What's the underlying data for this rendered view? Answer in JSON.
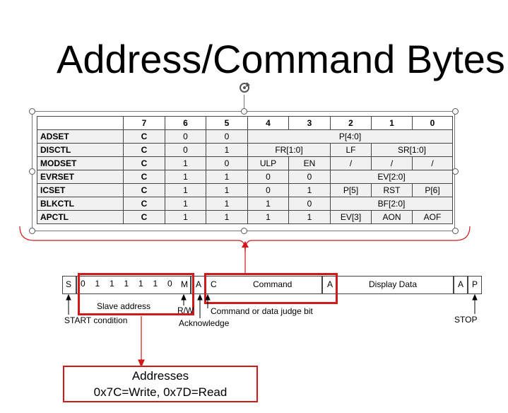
{
  "title": "Address/Command Bytes",
  "table": {
    "bit_headers": [
      "7",
      "6",
      "5",
      "4",
      "3",
      "2",
      "1",
      "0"
    ],
    "rows": [
      {
        "name": "ADSET",
        "cells": [
          [
            "C",
            1
          ],
          [
            "0",
            1
          ],
          [
            "0",
            1
          ],
          [
            "P[4:0]",
            5
          ]
        ]
      },
      {
        "name": "DISCTL",
        "cells": [
          [
            "C",
            1
          ],
          [
            "0",
            1
          ],
          [
            "1",
            1
          ],
          [
            "FR[1:0]",
            2
          ],
          [
            "LF",
            1
          ],
          [
            "SR[1:0]",
            2
          ]
        ]
      },
      {
        "name": "MODSET",
        "cells": [
          [
            "C",
            1
          ],
          [
            "1",
            1
          ],
          [
            "0",
            1
          ],
          [
            "ULP",
            1
          ],
          [
            "EN",
            1
          ],
          [
            "/",
            1
          ],
          [
            "/",
            1
          ],
          [
            "/",
            1
          ]
        ]
      },
      {
        "name": "EVRSET",
        "cells": [
          [
            "C",
            1
          ],
          [
            "1",
            1
          ],
          [
            "1",
            1
          ],
          [
            "0",
            1
          ],
          [
            "0",
            1
          ],
          [
            "EV[2:0]",
            3
          ]
        ]
      },
      {
        "name": "ICSET",
        "cells": [
          [
            "C",
            1
          ],
          [
            "1",
            1
          ],
          [
            "1",
            1
          ],
          [
            "0",
            1
          ],
          [
            "1",
            1
          ],
          [
            "P[5]",
            1
          ],
          [
            "RST",
            1
          ],
          [
            "P[6]",
            1
          ]
        ]
      },
      {
        "name": "BLKCTL",
        "cells": [
          [
            "C",
            1
          ],
          [
            "1",
            1
          ],
          [
            "1",
            1
          ],
          [
            "1",
            1
          ],
          [
            "0",
            1
          ],
          [
            "BF[2:0]",
            3
          ]
        ]
      },
      {
        "name": "APCTL",
        "cells": [
          [
            "C",
            1
          ],
          [
            "1",
            1
          ],
          [
            "1",
            1
          ],
          [
            "1",
            1
          ],
          [
            "1",
            1
          ],
          [
            "EV[3]",
            1
          ],
          [
            "AON",
            1
          ],
          [
            "AOF",
            1
          ]
        ]
      }
    ]
  },
  "frame": {
    "start": "S",
    "address_bits": [
      "0",
      "1",
      "1",
      "1",
      "1",
      "1",
      "0"
    ],
    "mode_bit": "M",
    "ack1": "A",
    "cmd_c": "C",
    "command": "Command",
    "ack2": "A",
    "display_data": "Display Data",
    "ack3": "A",
    "stop": "P",
    "slave_address_label": "Slave address",
    "rw_label": "R/W",
    "start_condition_label": "START condition",
    "acknowledge_label": "Acknowledge",
    "judge_bit_label": "Command or data judge bit",
    "stop_label": "STOP"
  },
  "addresses": {
    "heading": "Addresses",
    "values": "0x7C=Write, 0x7D=Read"
  },
  "colors": {
    "highlight": "#d11919"
  }
}
